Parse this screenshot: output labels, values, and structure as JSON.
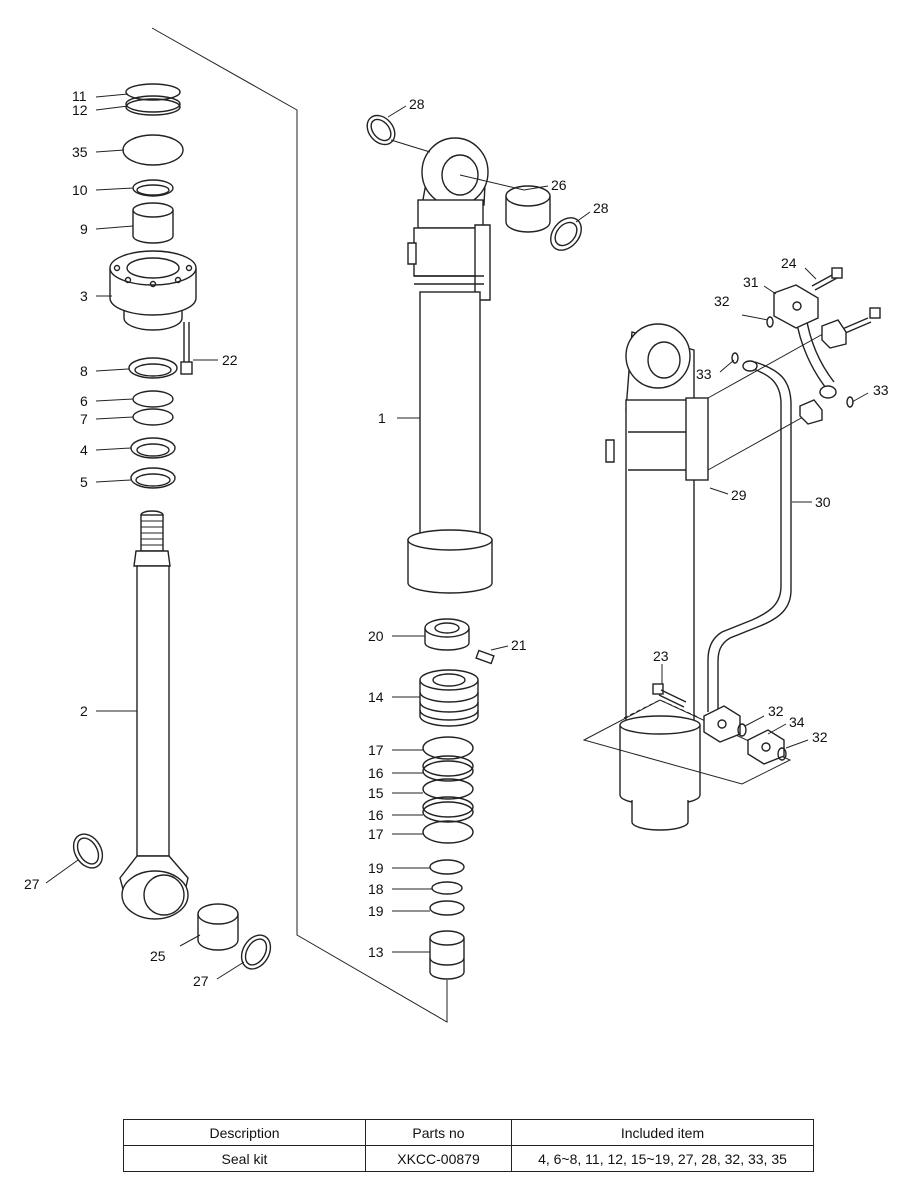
{
  "callouts": {
    "c1": "1",
    "c2": "2",
    "c3": "3",
    "c4": "4",
    "c5": "5",
    "c6": "6",
    "c7": "7",
    "c8": "8",
    "c9": "9",
    "c10": "10",
    "c11": "11",
    "c12": "12",
    "c13": "13",
    "c14": "14",
    "c15": "15",
    "c16a": "16",
    "c16b": "16",
    "c17a": "17",
    "c17b": "17",
    "c18": "18",
    "c19a": "19",
    "c19b": "19",
    "c20": "20",
    "c21": "21",
    "c22": "22",
    "c23": "23",
    "c24": "24",
    "c25": "25",
    "c26": "26",
    "c27a": "27",
    "c27b": "27",
    "c28a": "28",
    "c28b": "28",
    "c29": "29",
    "c30": "30",
    "c31": "31",
    "c32a": "32",
    "c32b": "32",
    "c32c": "32",
    "c33a": "33",
    "c33b": "33",
    "c34": "34",
    "c35": "35"
  },
  "table": {
    "headers": [
      "Description",
      "Parts no",
      "Included item"
    ],
    "rows": [
      [
        "Seal kit",
        "XKCC-00879",
        "4, 6~8, 11, 12, 15~19, 27, 28, 32, 33, 35"
      ]
    ]
  }
}
